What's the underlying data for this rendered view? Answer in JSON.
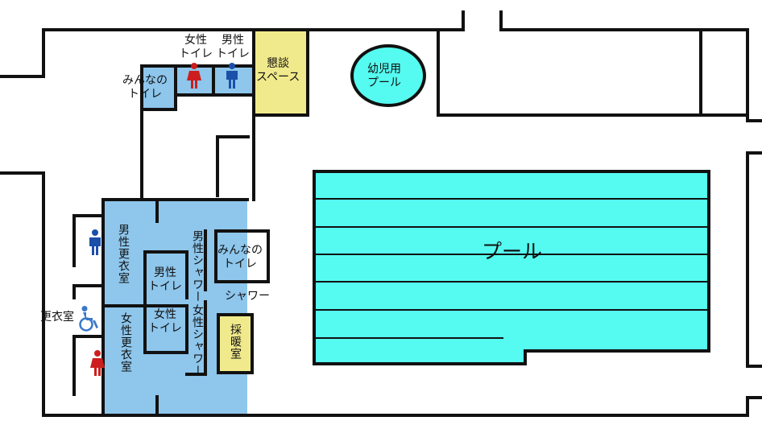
{
  "colors": {
    "wall": "#111111",
    "pool": "#55fbf0",
    "changing_area": "#8ec6ec",
    "lounge": "#f1ea8c",
    "male_icon": "#1b4fa8",
    "female_icon": "#cc1e1e",
    "accessible_icon": "#3a78c9"
  },
  "labels": {
    "womens_toilet_top": "女性\nトイレ",
    "mens_toilet_top": "男性\nトイレ",
    "lounge": "懇談\nスペース",
    "kiddie_pool": "幼児用\nプール",
    "multipurpose_toilet_top": "みんなの\nトイレ",
    "mens_changing_room": "男性更衣室",
    "mens_toilet_mid": "男性\nトイレ",
    "mens_shower": "男性シャワー",
    "multipurpose_toilet_mid": "みんなの\nトイレ",
    "shower": "シャワー",
    "changing_room": "更衣室",
    "womens_changing_room": "女性更衣室",
    "womens_toilet_mid": "女性\nトイレ",
    "womens_shower": "女性シャワー",
    "warming_room": "採暖室",
    "pool": "プール"
  },
  "icons": {
    "female": "female-person-icon",
    "male": "male-person-icon",
    "accessible": "wheelchair-icon"
  }
}
